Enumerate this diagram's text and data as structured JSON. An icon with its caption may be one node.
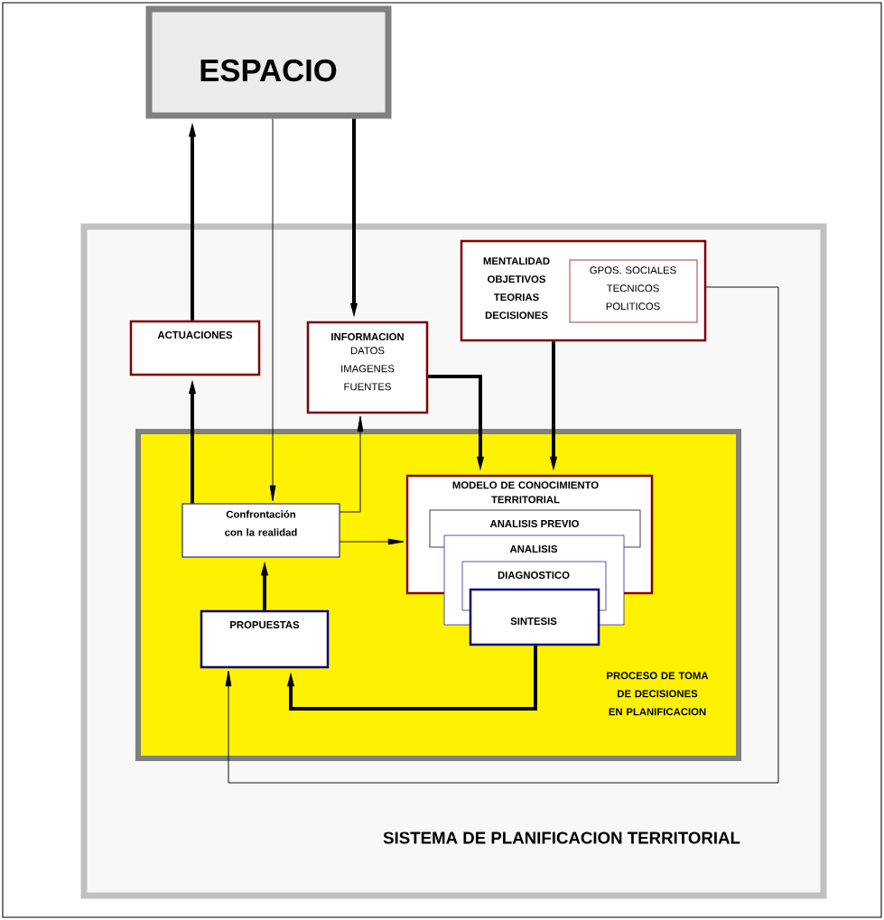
{
  "diagram": {
    "nodes": [
      {
        "text": [
          "ESPACIO"
        ]
      },
      {
        "text": [
          "SISTEMA DE PLANIFICACION TERRITORIAL"
        ]
      },
      {
        "text": [
          "ACTUACIONES"
        ],
        "in": 1
      },
      {
        "text": [
          "INFORMACION",
          "DATOS IMAGENES FUENTES"
        ],
        "in": 1
      },
      {
        "text": [
          "MENTALIDAD OBJETIVOS TEORIAS DECISIONES"
        ],
        "in": 1
      },
      {
        "text": [
          "GPOS. SOCIALES TECNICOS POLITICOS"
        ],
        "in": 4
      },
      {
        "text": [
          "PROCESO DE TOMA DE DECISIONES EN PLANIFICACION"
        ],
        "in": 1
      },
      {
        "text": [
          "Confrontación con la realidad"
        ],
        "in": 6
      },
      {
        "text": [
          "PROPUESTAS"
        ],
        "in": 6
      },
      {
        "text": [
          "MODELO DE CONOCIMIENTO TERRITORIAL"
        ],
        "in": 6
      },
      {
        "text": [
          "ANALISIS PREVIO"
        ],
        "in": 9
      },
      {
        "text": [
          "ANALISIS"
        ],
        "in": 6
      },
      {
        "text": [
          "DIAGNOSTICO"
        ],
        "in": 11
      },
      {
        "text": [
          "SINTESIS"
        ],
        "in": 6
      }
    ],
    "edges": [
      {
        "from": 2,
        "to": 0,
        "arrow": "to"
      },
      {
        "from": 0,
        "to": 7,
        "arrow": "to"
      },
      {
        "from": 0,
        "to": 3,
        "arrow": "to"
      },
      {
        "from": 7,
        "to": 2,
        "arrow": "to"
      },
      {
        "from": 7,
        "to": 3,
        "arrow": "to"
      },
      {
        "from": 7,
        "to": 9,
        "arrow": "to"
      },
      {
        "from": 3,
        "to": 9,
        "arrow": "to"
      },
      {
        "from": 4,
        "to": 9,
        "arrow": "to"
      },
      {
        "from": 8,
        "to": 7,
        "arrow": "to"
      },
      {
        "from": 13,
        "to": 8,
        "arrow": "to"
      },
      {
        "from": 4,
        "to": 8,
        "arrow": "to"
      }
    ]
  }
}
